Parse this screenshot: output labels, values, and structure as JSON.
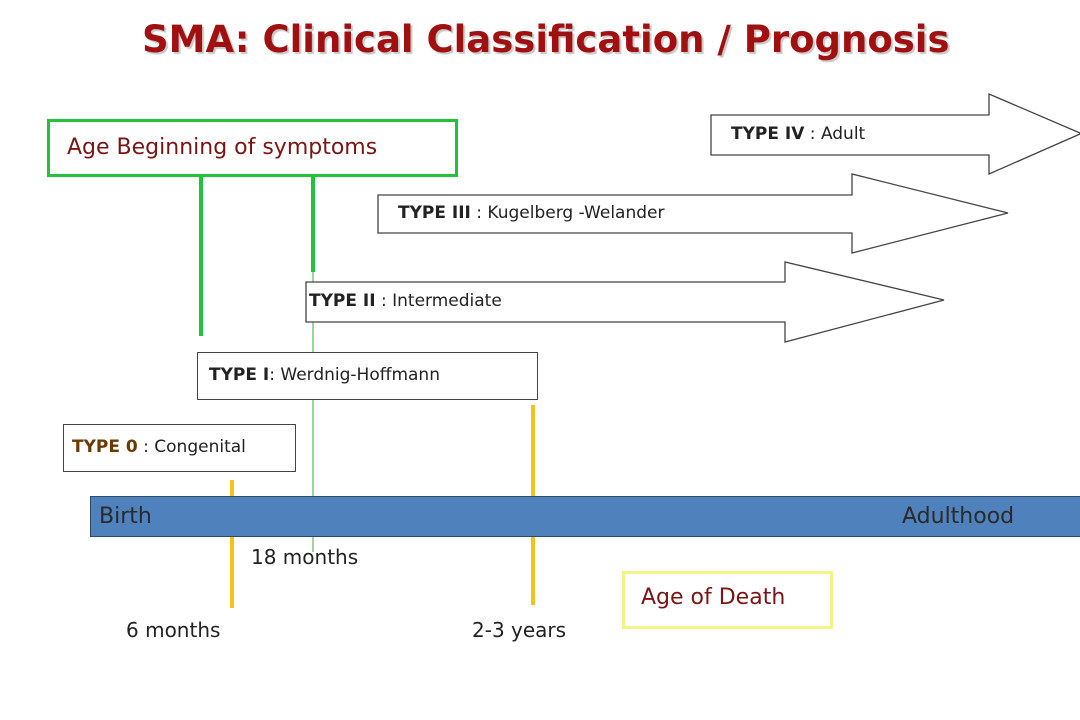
{
  "title": "SMA: Clinical Classification / Prognosis",
  "onset_box": {
    "label": "Age Beginning of symptoms"
  },
  "death_box": {
    "label": "Age of Death"
  },
  "types": [
    {
      "name": "TYPE 0",
      "sep": " : ",
      "desc": "Congenital"
    },
    {
      "name": "TYPE  I",
      "sep": ": ",
      "desc": "Werdnig-Hoffmann"
    },
    {
      "name": "TYPE II",
      "sep": " : ",
      "desc": "Intermediate"
    },
    {
      "name": "TYPE III",
      "sep": " : ",
      "desc": "Kugelberg -Welander"
    },
    {
      "name": "TYPE IV",
      "sep": " : ",
      "desc": "Adult"
    }
  ],
  "timeline": {
    "start": "Birth",
    "end": "Adulthood"
  },
  "ages": {
    "six_months": "6 months",
    "eighteen_months": "18 months",
    "two_three_years": "2-3 years"
  },
  "colors": {
    "title": "#a01010",
    "onset_lines": "#22c33a",
    "death_lines": "#f2c21b",
    "timeline": "#4f81bd",
    "type0_name": "#6b3a00"
  }
}
